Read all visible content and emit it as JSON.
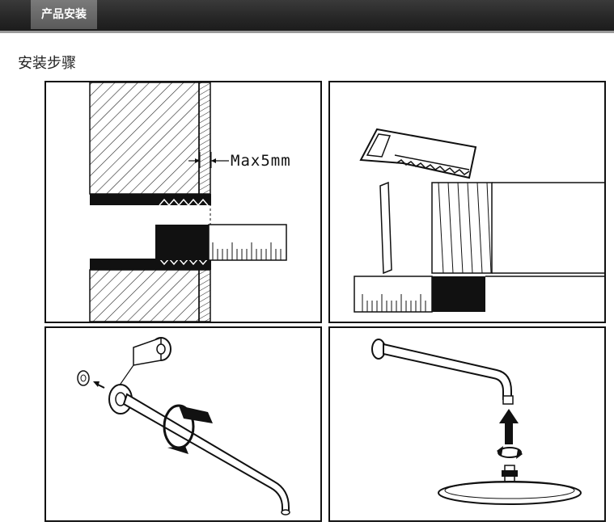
{
  "header": {
    "tab_label": "产品安装"
  },
  "section": {
    "title": "安装步骤"
  },
  "steps": [
    {
      "annotation": "Max5mm"
    },
    {
      "annotation": ""
    },
    {
      "annotation": ""
    },
    {
      "annotation": ""
    }
  ]
}
